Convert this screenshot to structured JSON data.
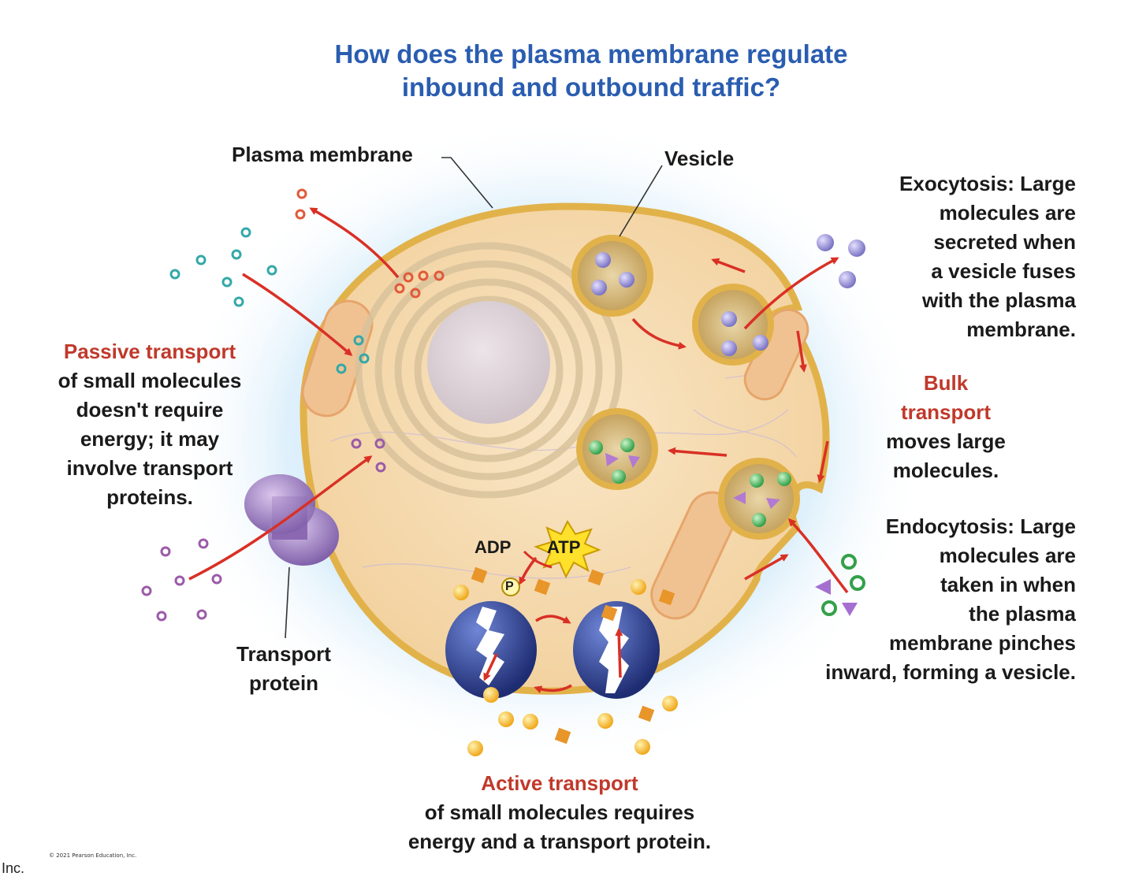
{
  "title": {
    "line1": "How does the plasma membrane regulate",
    "line2": "inbound and outbound traffic?"
  },
  "labels": {
    "plasma_membrane": "Plasma membrane",
    "vesicle": "Vesicle",
    "transport_protein": [
      "Transport",
      "protein"
    ],
    "adp": "ADP",
    "atp": "ATP",
    "phosphate": "P"
  },
  "passive": {
    "heading": "Passive transport",
    "lines": [
      "of small molecules",
      "doesn't require",
      "energy; it may",
      "involve transport",
      "proteins."
    ]
  },
  "exocytosis": {
    "lines": [
      "Exocytosis: Large",
      "molecules are",
      "secreted when",
      "a vesicle fuses",
      "with the plasma",
      "membrane."
    ]
  },
  "bulk": {
    "heading": [
      "Bulk",
      "transport"
    ],
    "lines": [
      "moves large",
      "molecules."
    ]
  },
  "endocytosis": {
    "lines": [
      "Endocytosis: Large",
      "molecules are",
      "taken in when",
      "the plasma",
      "membrane pinches",
      "inward, forming a vesicle."
    ]
  },
  "active": {
    "heading": "Active transport",
    "lines": [
      "of small molecules requires",
      "energy and a transport protein."
    ]
  },
  "footer": {
    "copyright": "© 2021 Pearson Education, Inc.",
    "inc": "Inc."
  },
  "colors": {
    "title": "#2a5db0",
    "red_label": "#c0392b",
    "membrane": "#e8b84a",
    "cytoplasm": "#f6dcb4",
    "arrow": "#d93025",
    "protein_blue": "#2c3f8f",
    "channel_purple": "#8e6bb0"
  }
}
